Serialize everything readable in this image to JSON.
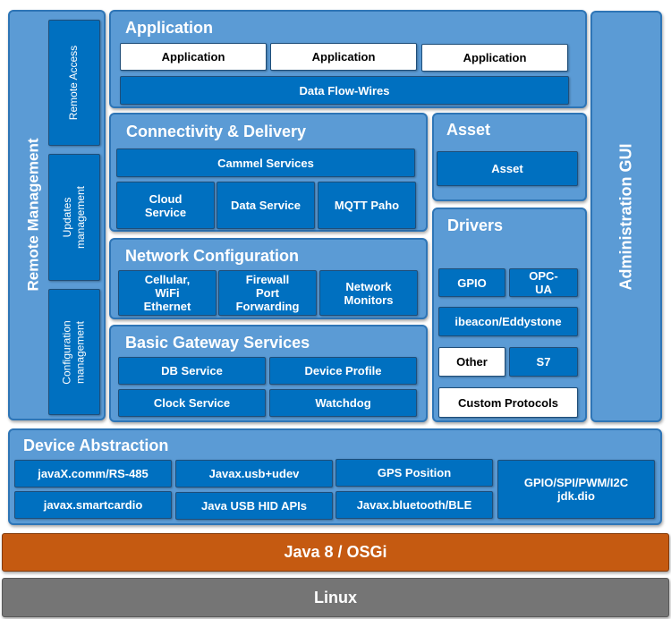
{
  "remote_management": {
    "title": "Remote Management",
    "items": [
      "Remote Access",
      "Updates\nmanagement",
      "Configuration\nmanagement"
    ]
  },
  "application": {
    "title": "Application",
    "apps": [
      "Application",
      "Application",
      "Application"
    ],
    "data_flow": "Data Flow-Wires"
  },
  "connectivity": {
    "title": "Connectivity & Delivery",
    "services": "Cammel Services",
    "items": [
      "Cloud\nService",
      "Data Service",
      "MQTT Paho"
    ]
  },
  "asset": {
    "title": "Asset",
    "item": "Asset"
  },
  "network": {
    "title": "Network Configuration",
    "items": [
      "Cellular,\nWiFi\nEthernet",
      "Firewall\nPort\nForwarding",
      "Network\nMonitors"
    ]
  },
  "drivers": {
    "title": "Drivers",
    "gpio": "GPIO",
    "opcua": "OPC-\nUA",
    "ibeacon": "ibeacon/Eddystone",
    "other": "Other",
    "s7": "S7",
    "custom": "Custom Protocols"
  },
  "gateway": {
    "title": "Basic Gateway Services",
    "items": [
      "DB Service",
      "Device Profile",
      "Clock Service",
      "Watchdog"
    ]
  },
  "admin": {
    "title": "Administration GUI"
  },
  "device_abstraction": {
    "title": "Device Abstraction",
    "items": [
      "javaX.comm/RS-485",
      "Javax.usb+udev",
      "GPS Position",
      "GPIO/SPI/PWM/I2C\njdk.dio",
      "javax.smartcardio",
      "Java USB HID APIs",
      "Javax.bluetooth/BLE"
    ]
  },
  "java_layer": {
    "label": "Java 8 / OSGi"
  },
  "linux_layer": {
    "label": "Linux"
  },
  "colors": {
    "panel": "#5b9bd5",
    "box": "#0070c0",
    "java": "#c55a11",
    "linux": "#757575"
  }
}
